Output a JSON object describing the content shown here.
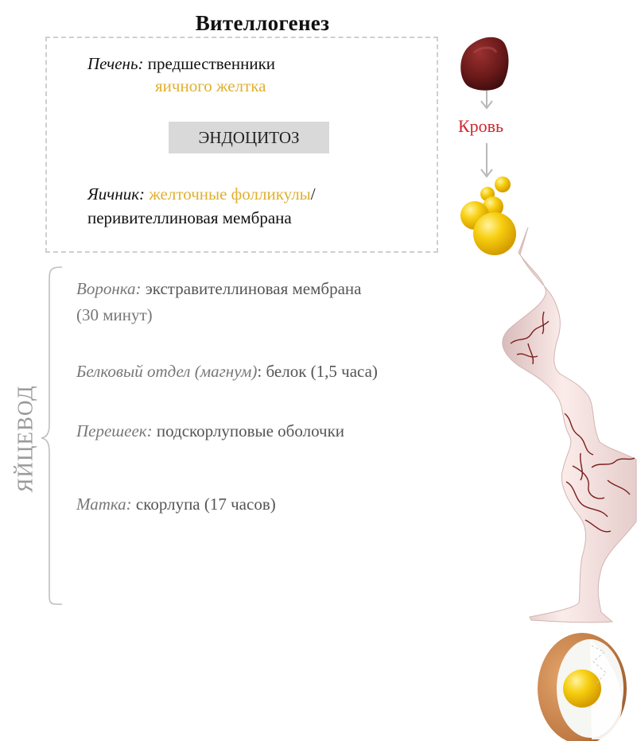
{
  "title": "Вителлогенез",
  "vitellogenesis": {
    "liver_label": "Печень:",
    "liver_text": "предшественники",
    "liver_text2": "яичного желтка",
    "endocytosis": "ЭНДОЦИТОЗ",
    "ovary_label": "Яичник:",
    "ovary_text_gold": "желточные фолликулы",
    "ovary_slash": "/",
    "ovary_text2": "перивителлиновая мембрана"
  },
  "blood_label": "Кровь",
  "oviduct": {
    "label": "ЯЙЦЕВОД",
    "stages": [
      {
        "name": "Воронка:",
        "text": "экстравителлиновая мембрана",
        "text2": "(30 минут)"
      },
      {
        "name": "Белковый отдел (магнум)",
        "text": ": белок (1,5 часа)"
      },
      {
        "name": "Перешеек:",
        "text": "подскорлуповые оболочки"
      },
      {
        "name": "Матка:",
        "text": "скорлупа (17 часов)"
      }
    ]
  },
  "colors": {
    "accent_gold": "#e0b030",
    "blood_red": "#d0262a",
    "liver": "#6b1a1a",
    "oviduct_fill": "#f6e4e2",
    "oviduct_vessels": "#7a1d1d",
    "yolk": "#f2c200",
    "eggshell": "#c98a55"
  },
  "icons": [
    "liver-icon",
    "arrow-down-icon",
    "yolk-follicles-icon",
    "oviduct-icon",
    "egg-icon"
  ]
}
